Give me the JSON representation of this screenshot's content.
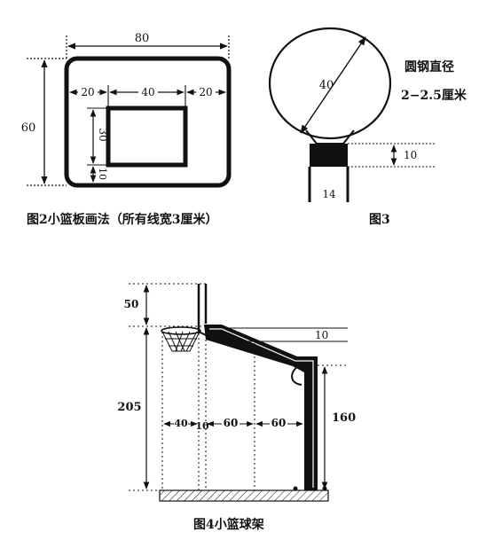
{
  "figure2": {
    "caption": "图2小篮板画法（所有线宽3厘米）",
    "dim_width": "80",
    "dim_height": "60",
    "dim_left_margin": "20",
    "dim_inner_width": "40",
    "dim_right_margin": "20",
    "dim_inner_height": "30",
    "dim_bottom_gap": "10"
  },
  "figure3": {
    "caption": "图3",
    "dim_diameter": "40",
    "note_line1": "圆钢直径",
    "note_line2": "2−2.5厘米",
    "dim_neck": "10",
    "dim_post_width": "14"
  },
  "figure4": {
    "caption": "图4小篮球架",
    "dim_top": "50",
    "dim_arm_thickness": "10",
    "dim_total_height": "205",
    "dim_post_height": "160",
    "dim_seg_40": "40",
    "dim_seg_10": "10",
    "dim_seg_60a": "60",
    "dim_seg_60b": "60"
  }
}
